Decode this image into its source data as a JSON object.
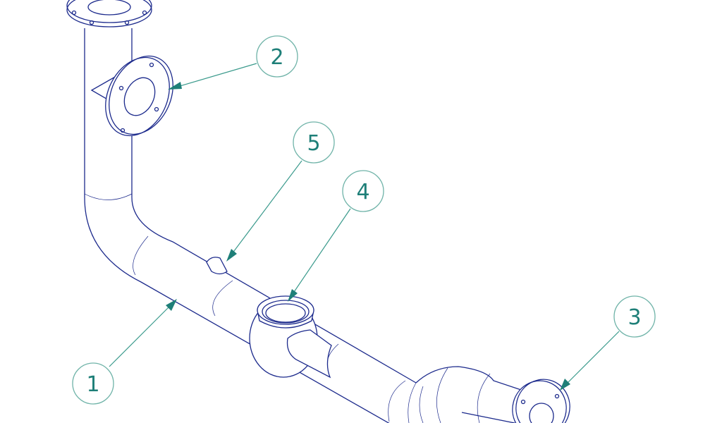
{
  "drawing": {
    "type": "isometric pipe spool assembly",
    "colors": {
      "line": "#1c2a8c",
      "balloon": "#6fb3a8",
      "label": "#1e7f78"
    },
    "balloons": [
      {
        "label": "1"
      },
      {
        "label": "2"
      },
      {
        "label": "3"
      },
      {
        "label": "4"
      },
      {
        "label": "5"
      }
    ]
  }
}
